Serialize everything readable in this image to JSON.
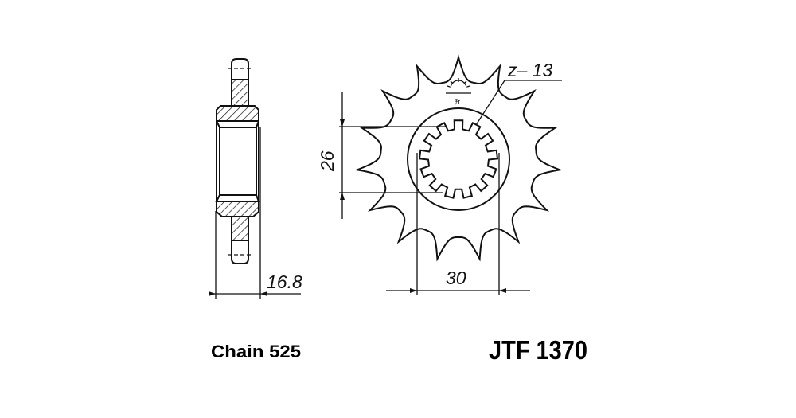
{
  "drawing": {
    "side_view": {
      "width_dimension": "16.8"
    },
    "front_view": {
      "teeth_label": "z– 13",
      "height_dimension": "26",
      "width_dimension": "30",
      "symbol_text": "ﾁt"
    }
  },
  "labels": {
    "chain": "Chain 525",
    "part_number": "JTF 1370"
  },
  "colors": {
    "ink": "#111111",
    "background": "#ffffff"
  }
}
